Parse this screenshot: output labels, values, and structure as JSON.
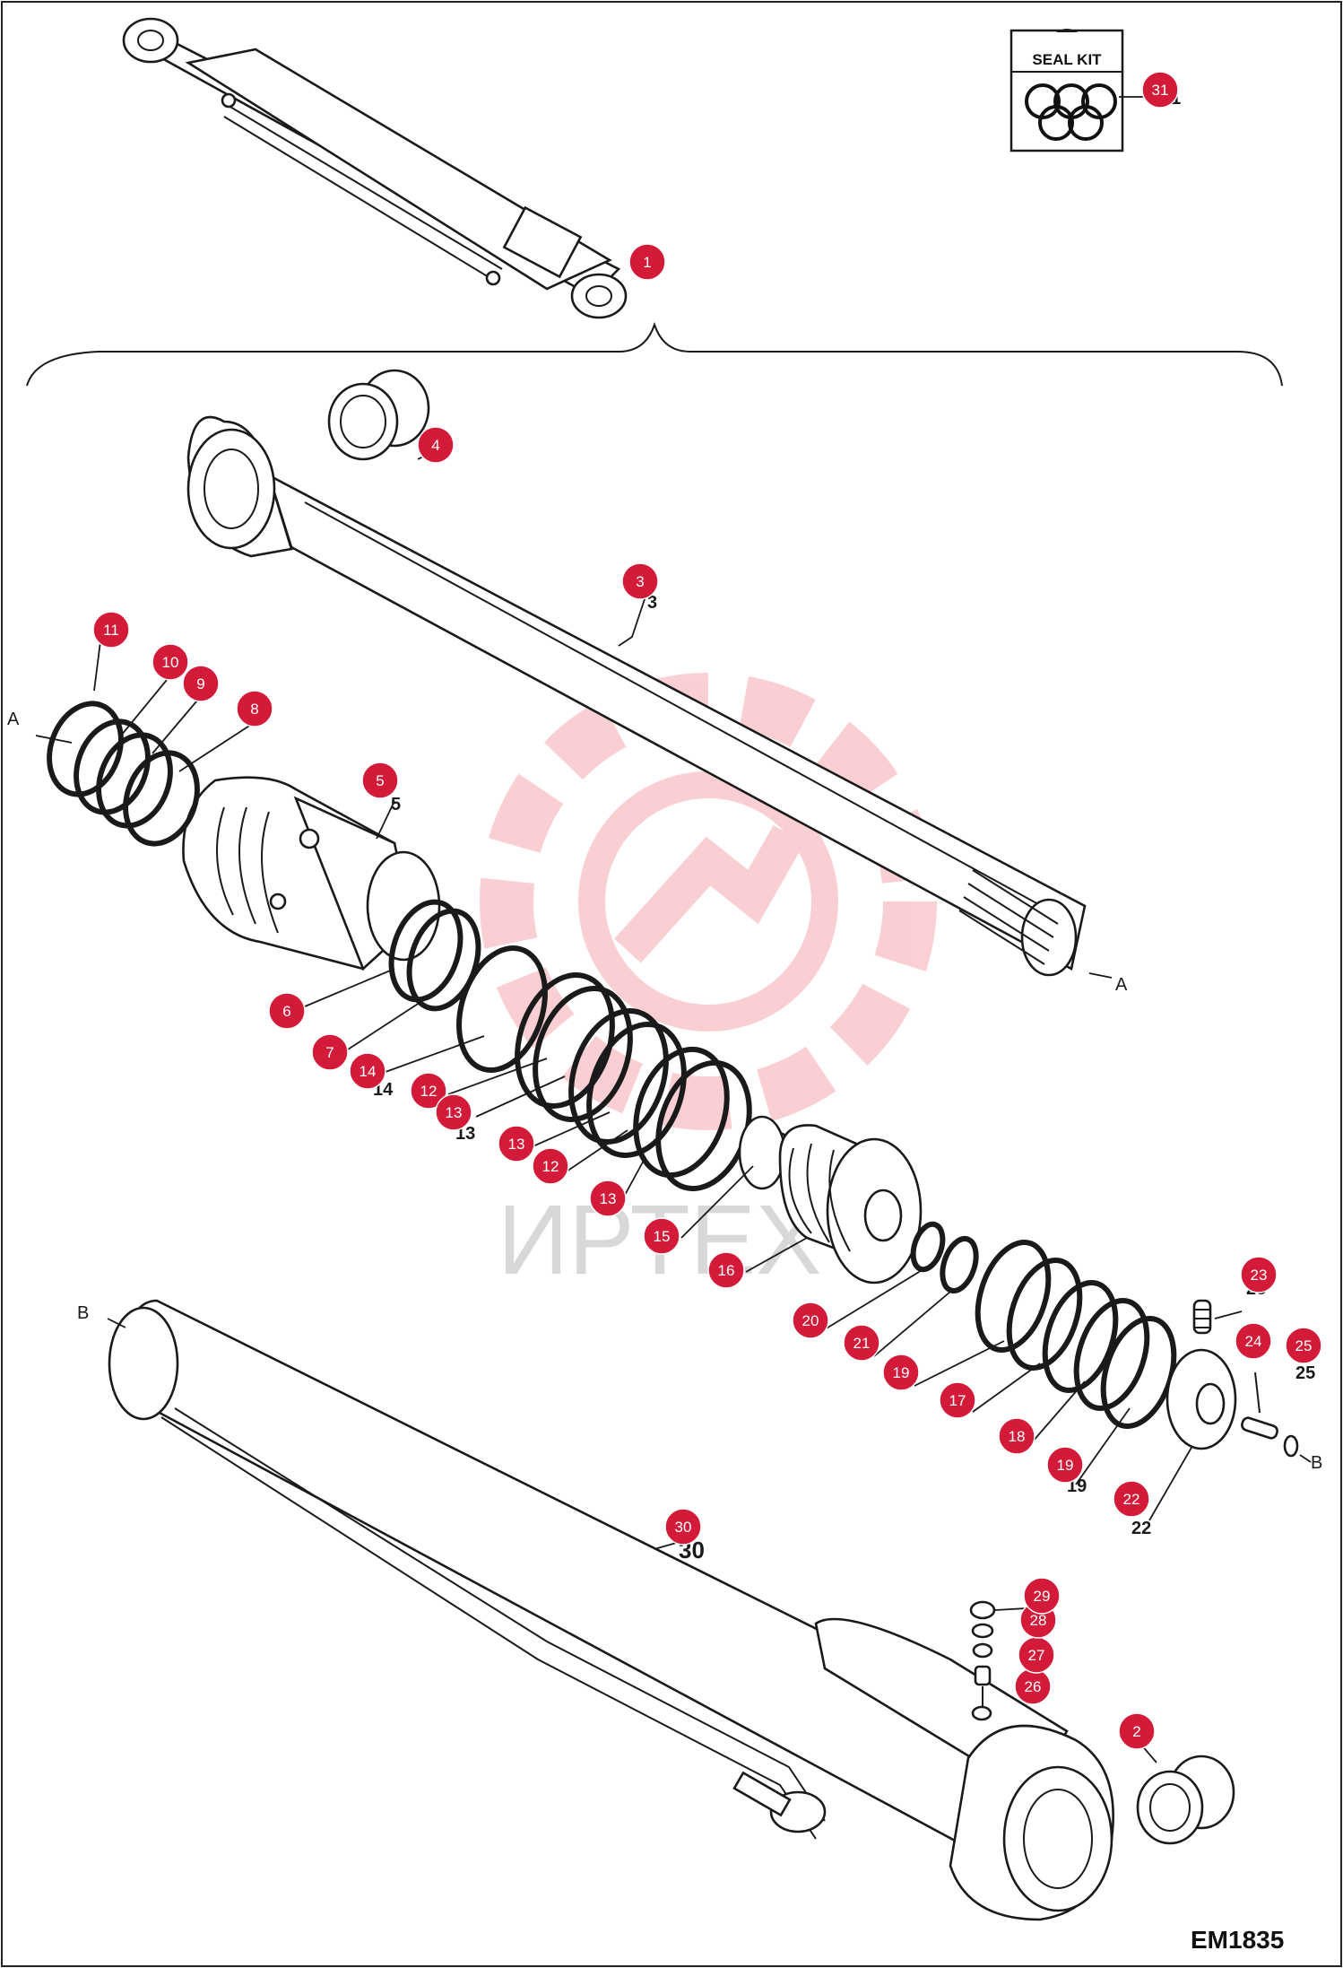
{
  "drawing_code": "EM1835",
  "seal_kit": {
    "label": "SEAL KIT",
    "callout": "31"
  },
  "watermark": {
    "text": "ИРТЕХ",
    "color": "#e8283c"
  },
  "colors": {
    "callout": "#d31a38",
    "line": "#1a1a1a"
  },
  "callouts": [
    "1",
    "2",
    "3",
    "4",
    "5",
    "6",
    "7",
    "8",
    "9",
    "10",
    "11",
    "12",
    "13",
    "14",
    "15",
    "16",
    "17",
    "18",
    "19",
    "20",
    "21",
    "22",
    "23",
    "24",
    "25",
    "26",
    "27",
    "28",
    "29",
    "30",
    "31"
  ],
  "reference_letters": {
    "a_left": "A",
    "a_right": "A",
    "b_left": "B",
    "b_right": "B"
  }
}
